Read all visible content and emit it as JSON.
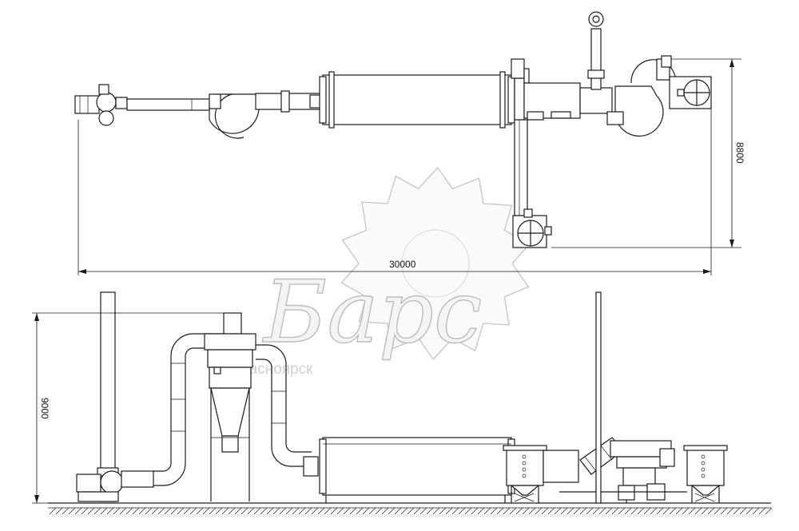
{
  "dimensions": {
    "plan_width": "30000",
    "plan_depth": "8800",
    "elevation_height": "9000"
  },
  "watermark": {
    "brand": "Барс",
    "city": "Красноярск"
  },
  "colors": {
    "line": "#1a1a1a",
    "watermark_fill": "#f4f4f4",
    "watermark_stroke": "#bdbdbd",
    "background": "#ffffff"
  }
}
